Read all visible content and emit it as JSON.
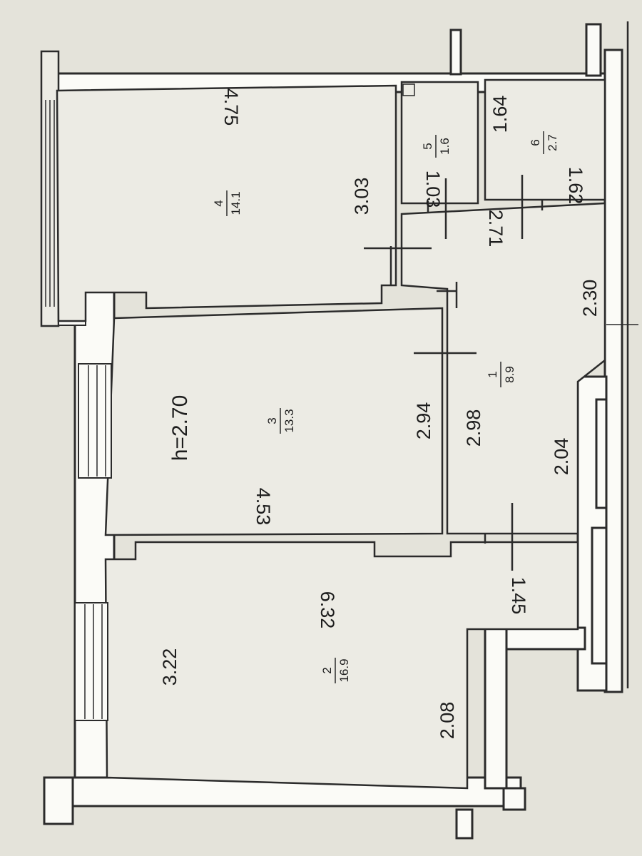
{
  "plan": {
    "ceiling_height": "h=2.70",
    "rooms": [
      {
        "number": "1",
        "area": "8.9"
      },
      {
        "number": "2",
        "area": "16.9"
      },
      {
        "number": "3",
        "area": "13.3"
      },
      {
        "number": "4",
        "area": "14.1"
      },
      {
        "number": "5",
        "area": "1.6"
      },
      {
        "number": "6",
        "area": "2.7"
      }
    ],
    "dimensions": {
      "room4_length": "4.75",
      "room4_width": "3.03",
      "room3_width": "2.94",
      "room3_length": "4.53",
      "room2_length": "6.32",
      "room2_width": "3.22",
      "room2_narrow": "2.08",
      "entry_width": "1.45",
      "hall_len_a": "2.98",
      "hall_len_b": "2.04",
      "hall_width": "2.30",
      "corridor_len": "2.71",
      "bath_a_width": "1.03",
      "bath_b_length": "1.64",
      "bath_b_width": "1.62"
    }
  }
}
